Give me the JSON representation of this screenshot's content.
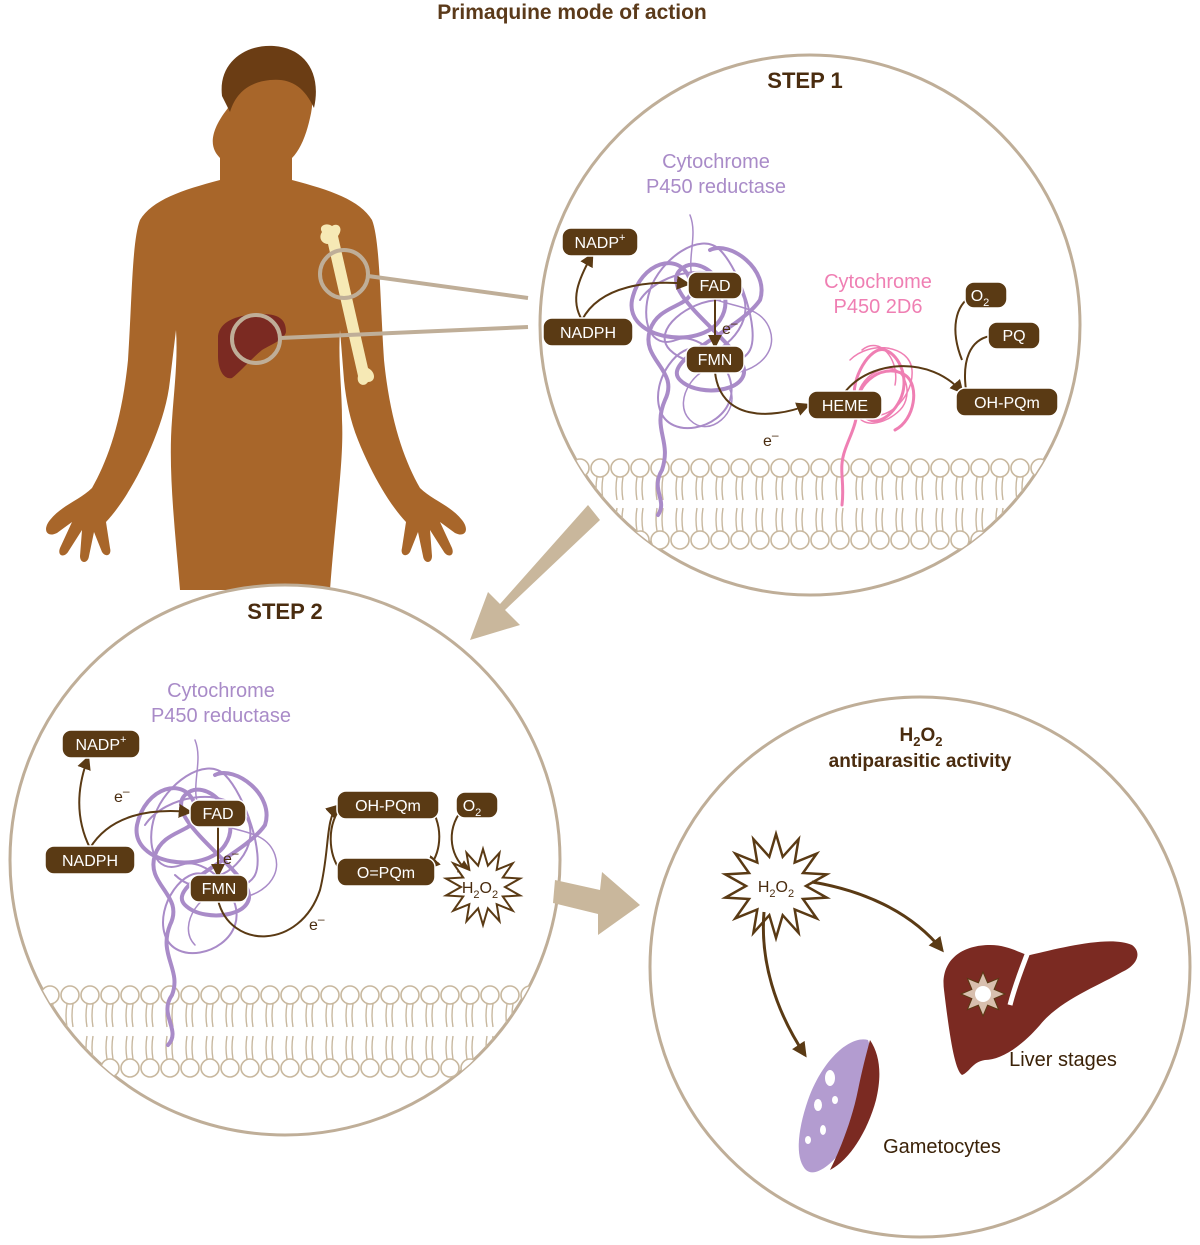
{
  "title": "Primaquine mode of action",
  "step1": {
    "title": "STEP 1",
    "reductase_line1": "Cytochrome",
    "reductase_line2": "P450 reductase",
    "cyp_line1": "Cytochrome",
    "cyp_line2": "P450 2D6",
    "nadp": "NADP",
    "nadp_sup": "+",
    "nadph": "NADPH",
    "fad": "FAD",
    "fmn": "FMN",
    "heme": "HEME",
    "o2": "O",
    "o2_sub": "2",
    "pq": "PQ",
    "ohpqm": "OH-PQm",
    "e1": "e",
    "e1_sup": "–",
    "e2": "e",
    "e2_sup": "–"
  },
  "step2": {
    "title": "STEP 2",
    "reductase_line1": "Cytochrome",
    "reductase_line2": "P450 reductase",
    "nadp": "NADP",
    "nadp_sup": "+",
    "nadph": "NADPH",
    "fad": "FAD",
    "fmn": "FMN",
    "ohpqm": "OH-PQm",
    "opqm": "O=PQm",
    "o2": "O",
    "o2_sub": "2",
    "h": "H",
    "h_sub": "2",
    "o": "O",
    "o_sub": "2",
    "e1": "e",
    "e1_sup": "–",
    "e2": "e",
    "e2_sup": "–",
    "e3": "e",
    "e3_sup": "–"
  },
  "activity": {
    "title_h": "H",
    "title_h_sub": "2",
    "title_o": "O",
    "title_o_sub": "2",
    "title_line2": "antiparasitic activity",
    "h": "H",
    "h_sub": "2",
    "o": "O",
    "o_sub": "2",
    "liver": "Liver stages",
    "gametocytes": "Gametocytes"
  },
  "colors": {
    "skin": "#a8662a",
    "hair": "#6b3d14",
    "liver": "#7b2a22",
    "bone": "#f6e9b5",
    "frame": "#bfae98",
    "pill": "#5a3a14",
    "reductase": "#a98bc8",
    "cyp2d6": "#ef7fb3",
    "gametocyte": "#b39cd0"
  }
}
